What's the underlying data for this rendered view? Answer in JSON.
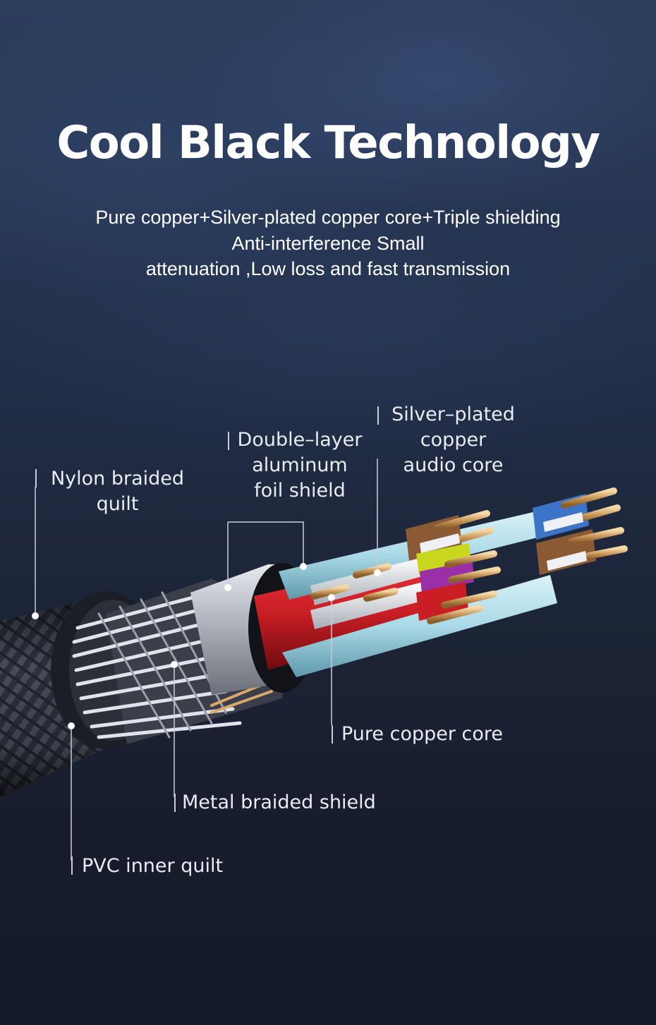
{
  "header": {
    "title": "Cool Black Technology",
    "subtitle_lines": [
      "Pure copper+Silver-plated copper core+Triple shielding",
      "Anti-interference Small",
      "attenuation ,Low loss and fast transmission"
    ]
  },
  "callouts": {
    "nylon_braided_quilt": [
      "Nylon braided",
      "quilt"
    ],
    "double_layer_foil": [
      "Double–layer",
      "aluminum",
      "foil shield"
    ],
    "silver_plated_core": [
      "Silver–plated",
      "copper",
      "audio core"
    ],
    "pure_copper_core": "Pure copper core",
    "metal_braided_shield": "Metal braided shield",
    "pvc_inner_quilt": "PVC inner quilt"
  },
  "colors": {
    "background_top": "#2c3c5c",
    "background_bottom": "#141a27",
    "text": "#ffffff",
    "leader_line": "#c8cdd6",
    "conductor_red": "#c81e24",
    "foil_light_blue": "#a9d9e6",
    "copper": "#c9985a"
  }
}
